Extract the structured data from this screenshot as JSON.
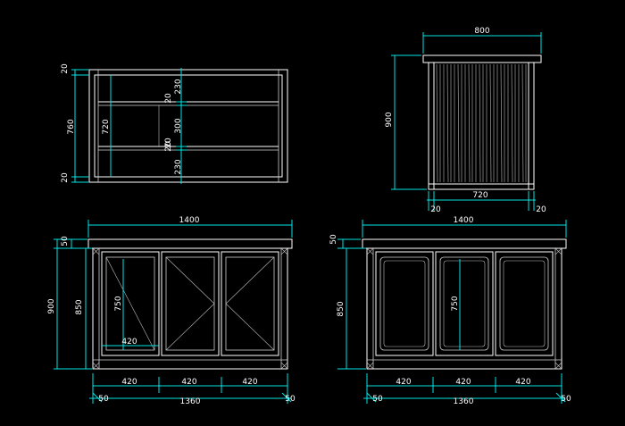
{
  "colors": {
    "background": "#000000",
    "dimension_lines": "#00e5e5",
    "object_lines": "#ffffff",
    "text": "#ffffff"
  },
  "plan_view": {
    "dims_vertical_left": [
      "20",
      "760",
      "20"
    ],
    "dim_inner_left": "720",
    "dims_vertical_center": [
      "20",
      "230",
      "20",
      "300",
      "20",
      "230"
    ]
  },
  "side_view": {
    "dim_top": "800",
    "dim_left": "900",
    "dim_bottom": "720",
    "dim_bottom_left": "20",
    "dim_bottom_right": "20"
  },
  "front_view_left": {
    "dim_top": "1400",
    "dims_left": [
      "50",
      "900",
      "850"
    ],
    "dim_center": "750",
    "dim_inner_bottom": "420",
    "dims_bottom": [
      "420",
      "420",
      "420"
    ],
    "dim_total": "1360",
    "dim_end_left": "50",
    "dim_end_right": "50"
  },
  "front_view_right": {
    "dim_top": "1400",
    "dims_left": [
      "50",
      "850"
    ],
    "dim_center": "750",
    "dims_bottom": [
      "420",
      "420",
      "420"
    ],
    "dim_total": "1360",
    "dim_end_left": "50",
    "dim_end_right": "50"
  }
}
